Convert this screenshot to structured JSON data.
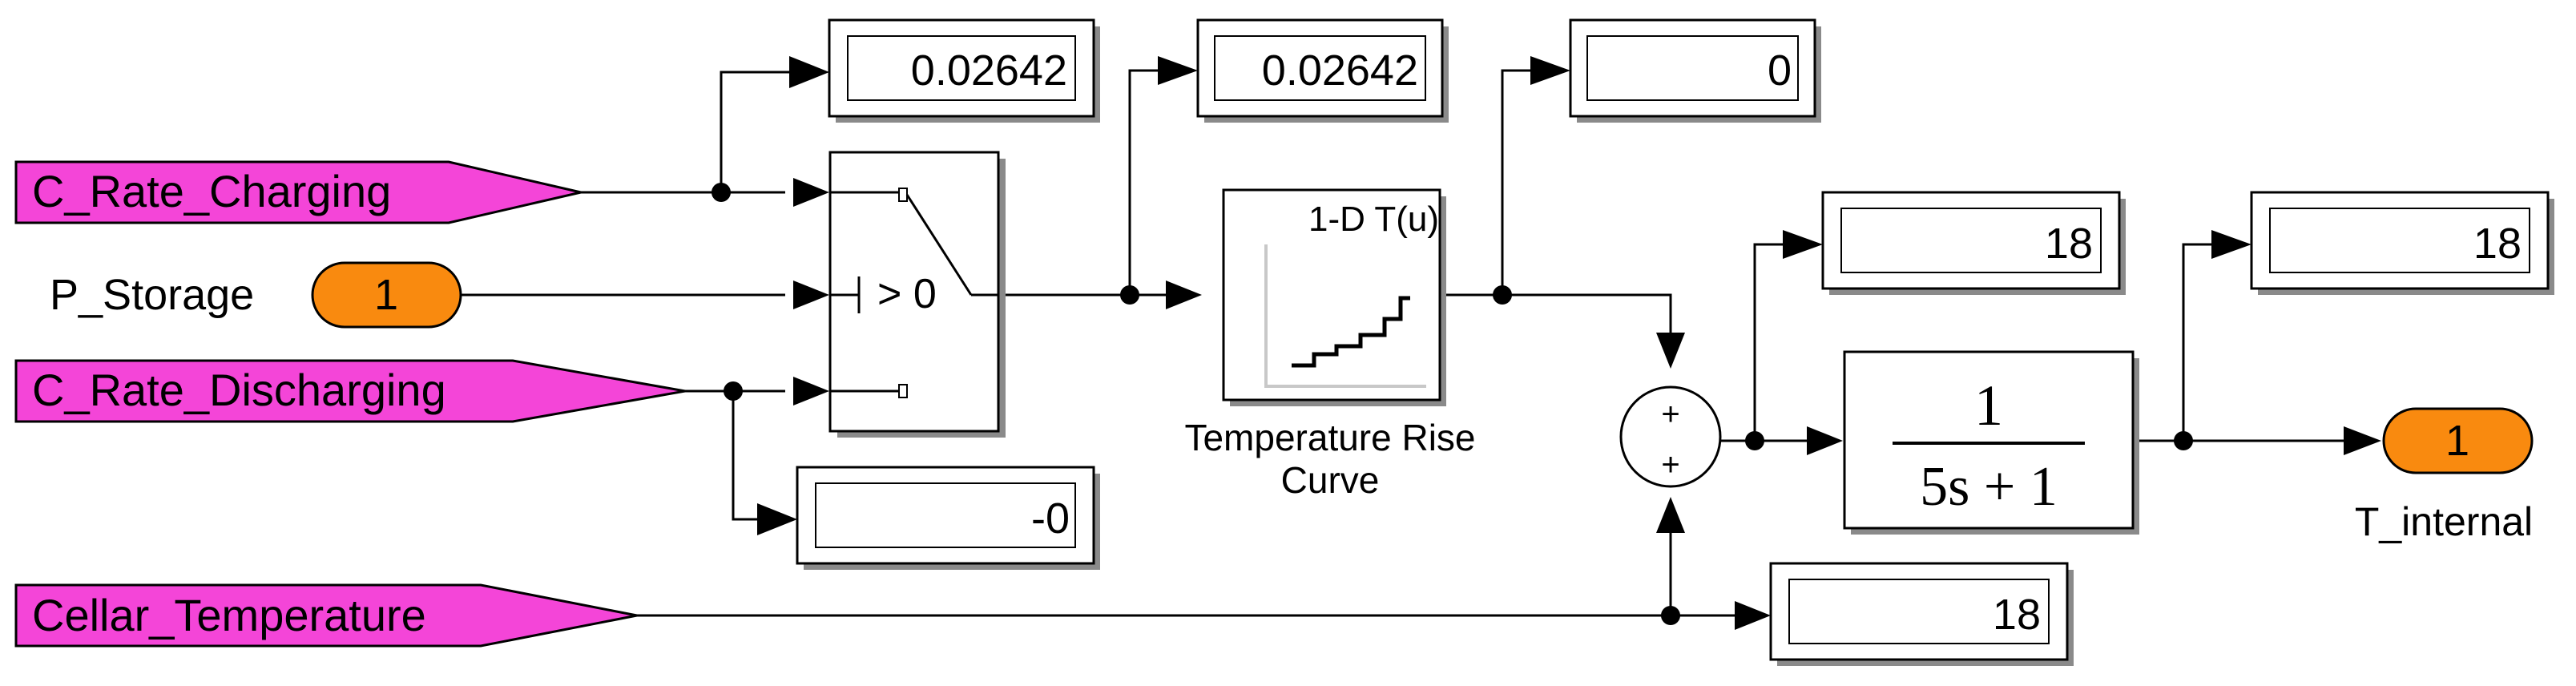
{
  "inports": {
    "c_rate_charging": "C_Rate_Charging",
    "c_rate_discharging": "C_Rate_Discharging",
    "cellar_temperature": "Cellar_Temperature"
  },
  "constant": {
    "label": "P_Storage",
    "value": "1"
  },
  "switch": {
    "criteria": "> 0"
  },
  "lookup": {
    "title": "1-D T(u)",
    "label_line1": "Temperature Rise",
    "label_line2": "Curve"
  },
  "transfer_fcn": {
    "numerator": "1",
    "denominator": "5s + 1"
  },
  "outport": {
    "value": "1",
    "label": "T_internal"
  },
  "displays": {
    "charging": "0.02642",
    "switch_out": "0.02642",
    "lookup_out": "0",
    "discharging": "-0",
    "sum_out": "18",
    "tf_out": "18",
    "cellar": "18"
  },
  "sum_signs": {
    "top": "+",
    "bottom": "+"
  },
  "colors": {
    "inport_fill": "#f445d8",
    "constant_fill": "#f98a0f",
    "block_stroke": "#000000",
    "shadow": "#8a8a8a"
  }
}
